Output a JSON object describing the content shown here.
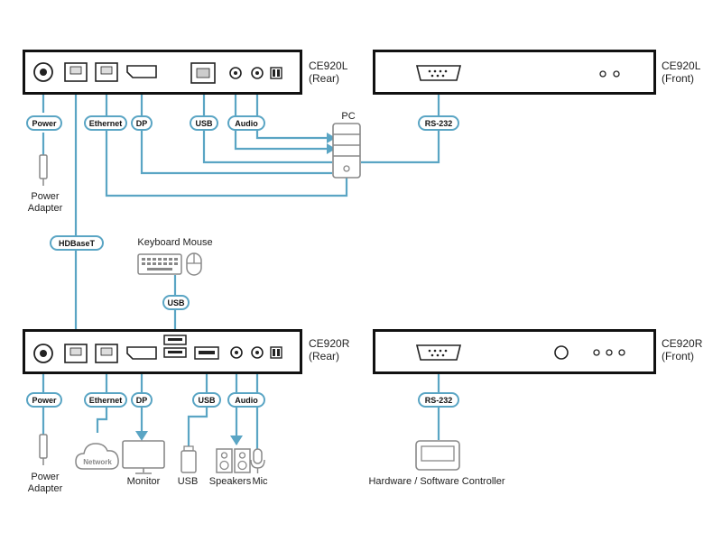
{
  "devices": {
    "tx_rear": {
      "name": "CE920L",
      "side": "(Rear)"
    },
    "tx_front": {
      "name": "CE920L",
      "side": "(Front)"
    },
    "rx_rear": {
      "name": "CE920R",
      "side": "(Rear)"
    },
    "rx_front": {
      "name": "CE920R",
      "side": "(Front)"
    }
  },
  "ports": {
    "tx_power": "Power",
    "tx_ethernet": "Ethernet",
    "tx_dp": "DP",
    "tx_usb": "USB",
    "tx_audio": "Audio",
    "tx_rs232": "RS-232",
    "hdbaset": "HDBaseT",
    "kbm_usb": "USB",
    "rx_power": "Power",
    "rx_ethernet": "Ethernet",
    "rx_dp": "DP",
    "rx_usb": "USB",
    "rx_audio": "Audio",
    "rx_rs232": "RS-232"
  },
  "peripherals": {
    "pc": "PC",
    "power_adapter_top": [
      "Power",
      "Adapter"
    ],
    "power_adapter_bottom": [
      "Power",
      "Adapter"
    ],
    "keyboard_mouse": "Keyboard Mouse",
    "network": "Network",
    "monitor": "Monitor",
    "usb_device": "USB",
    "speakers": "Speakers",
    "mic": "Mic",
    "controller": "Hardware / Software Controller"
  },
  "colors": {
    "cable": "#5aa5c4",
    "device_body": "#111111",
    "icon_gray": "#888888"
  }
}
